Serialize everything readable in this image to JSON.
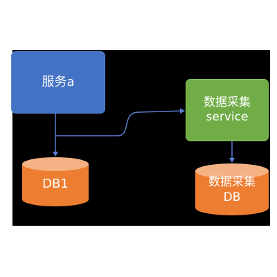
{
  "nodes": {
    "service_a": {
      "label": "服务a"
    },
    "collector": {
      "line1": "数据采集",
      "line2": "service"
    },
    "db1": {
      "label": "DB1"
    },
    "db2": {
      "line1": "数据采集",
      "line2": "DB"
    }
  },
  "colors": {
    "background": "#000000",
    "service_fill": "#4472c4",
    "collector_fill": "#70ad47",
    "db_fill": "#ed7d31",
    "arrow": "#5b7ed1"
  }
}
